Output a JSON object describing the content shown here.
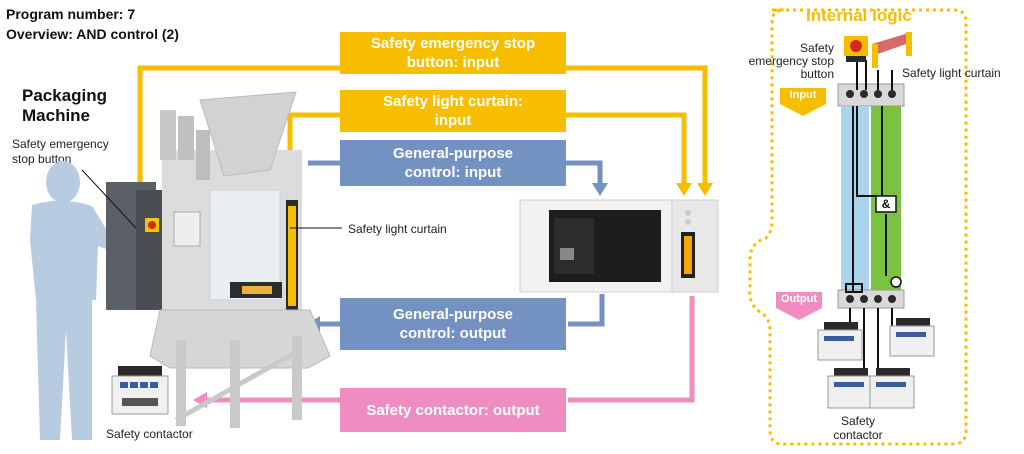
{
  "header": {
    "program_number": "Program number: 7",
    "overview": "Overview: AND control (2)"
  },
  "machine": {
    "title_line1": "Packaging",
    "title_line2": "Machine",
    "estop_label_line1": "Safety emergency",
    "estop_label_line2": "stop button",
    "light_curtain_label": "Safety light curtain",
    "contactor_label": "Safety contactor"
  },
  "signals": {
    "estop_input_line1": "Safety emergency stop",
    "estop_input_line2": "button: input",
    "light_curtain_input_line1": "Safety light curtain:",
    "light_curtain_input_line2": "input",
    "gp_input_line1": "General-purpose",
    "gp_input_line2": "control: input",
    "gp_output_line1": "General-purpose",
    "gp_output_line2": "control: output",
    "contactor_output": "Safety contactor: output"
  },
  "internal_logic": {
    "title": "Internal logic",
    "estop_line1": "Safety",
    "estop_line2": "emergency stop",
    "estop_line3": "button",
    "light_curtain": "Safety light curtain",
    "input_tag": "Input",
    "output_tag": "Output",
    "and_symbol": "&",
    "contactor_line1": "Safety",
    "contactor_line2": "contactor"
  },
  "colors": {
    "safety": "#f7be00",
    "general": "#7392c2",
    "output": "#f08dc0"
  }
}
